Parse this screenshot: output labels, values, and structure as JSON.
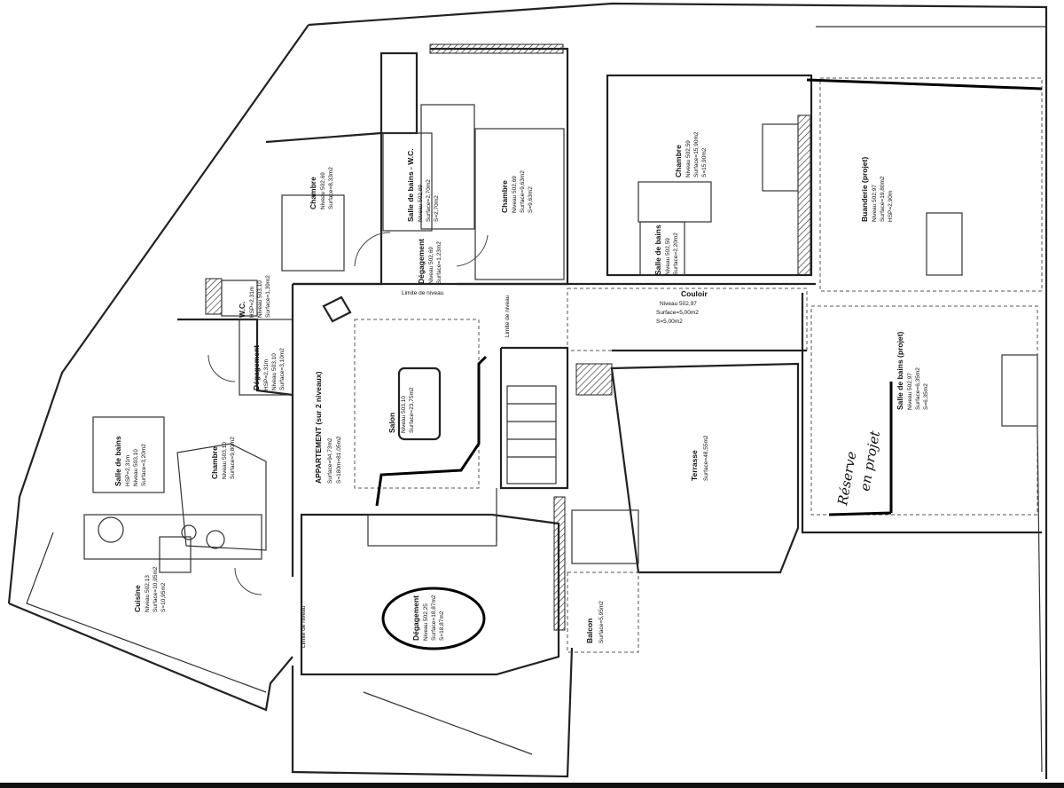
{
  "rooms": [
    {
      "key": "chambre_nw",
      "name": "Chambre",
      "lines": [
        "Niveau 502,69",
        "Surface=8,33m2"
      ]
    },
    {
      "key": "sdb_wc",
      "name": "Salle de bains - W.C.",
      "lines": [
        "Niveau 502,69",
        "Surface=2,70m2",
        "S=2,70m2"
      ]
    },
    {
      "key": "chambre_n",
      "name": "Chambre",
      "lines": [
        "Niveau 502,69",
        "Surface=9,63m2",
        "S=9,63m2"
      ]
    },
    {
      "key": "degagement_n",
      "name": "Dégagement",
      "lines": [
        "Niveau 502,69",
        "Surface=1,23m2"
      ]
    },
    {
      "key": "chambre_ne",
      "name": "Chambre",
      "lines": [
        "Niveau 502,59",
        "Surface=15,90m2",
        "S=15,90m2"
      ]
    },
    {
      "key": "sdb_ne",
      "name": "Salle de bains",
      "lines": [
        "Niveau 502,59",
        "Surface=2,20m2"
      ]
    },
    {
      "key": "buanderie",
      "name": "Buanderie (projet)",
      "lines": [
        "Niveau 502,97",
        "Surface=19,80m2",
        "HSP=2,90m"
      ]
    },
    {
      "key": "couloir",
      "name": "Couloir",
      "lines": [
        "Niveau 502,97",
        "Surface=5,00m2",
        "S=5,00m2"
      ]
    },
    {
      "key": "wc",
      "name": "W.C.",
      "lines": [
        "HSP=2,31m",
        "Niveau 503,10",
        "Surface=1,39m2"
      ]
    },
    {
      "key": "degagement_w",
      "name": "Dégagement",
      "lines": [
        "HSP=2,31m",
        "Niveau 503,10",
        "Surface=3,10m2"
      ]
    },
    {
      "key": "appartement",
      "name": "APPARTEMENT (sur 2 niveaux)",
      "lines": [
        "Surface=94,73m2",
        "S=180m=81,05m2"
      ]
    },
    {
      "key": "salon",
      "name": "Salon",
      "lines": [
        "Niveau 503,10",
        "Surface=23,75m2"
      ]
    },
    {
      "key": "sdb_project",
      "name": "Salle de bains (projet)",
      "lines": [
        "Niveau 502,97",
        "Surface=6,35m2",
        "S=6,35m2"
      ]
    },
    {
      "key": "sdb_w",
      "name": "Salle de bains",
      "lines": [
        "HSP=2,31m",
        "Niveau 503,10",
        "Surface=3,20m2"
      ]
    },
    {
      "key": "chambre_w",
      "name": "Chambre",
      "lines": [
        "Niveau 503,10",
        "Surface=9,80m2"
      ]
    },
    {
      "key": "terrasse",
      "name": "Terrasse",
      "lines": [
        "Surface=48,55m2"
      ]
    },
    {
      "key": "cuisine",
      "name": "Cuisine",
      "lines": [
        "Niveau 502,13",
        "Surface=10,95m2",
        "S=10,95m2"
      ]
    },
    {
      "key": "degagement_s",
      "name": "Dégagement",
      "lines": [
        "Niveau 502,25",
        "Surface=18,87m2",
        "S=18,87m2"
      ]
    },
    {
      "key": "balcon",
      "name": "Balcon",
      "lines": [
        "Surface=5,95m2"
      ]
    }
  ],
  "annotations": {
    "limite_n": "Limite de niveau",
    "limite_c": "Limite de niveau",
    "limite_s": "Limite de niveau",
    "reserve_1": "Réserve",
    "reserve_2": "en projet"
  }
}
